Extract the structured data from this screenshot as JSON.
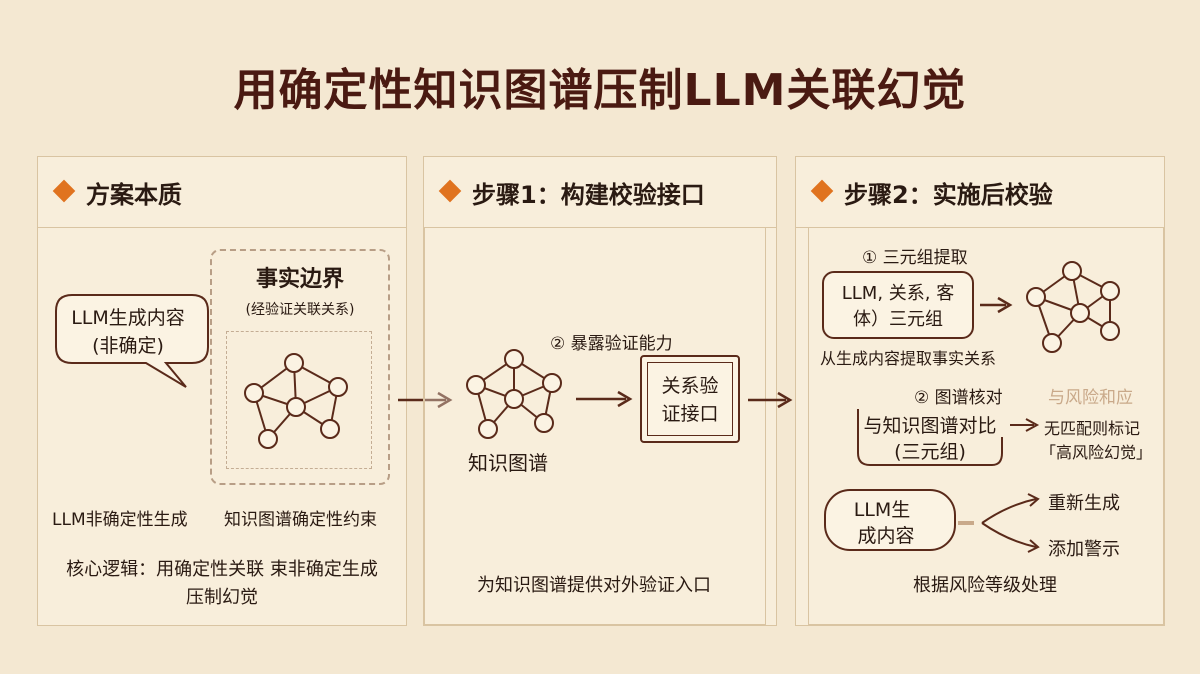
{
  "title": "用确定性知识图谱压制LLM关联幻觉",
  "panel1": {
    "heading": "方案本质",
    "bubble_line1": "LLM生成内容",
    "bubble_line2": "(非确定)",
    "boundary_title": "事实边界",
    "boundary_sub": "(经验证关联关系)",
    "label_left": "LLM非确定性生成",
    "label_right": "知识图谱确定性约束",
    "core_line1": "核心逻辑：用确定性关联 束非确定生成",
    "core_line2": "压制幻觉"
  },
  "panel2": {
    "heading": "步骤1：构建校验接口",
    "expose_label": "② 暴露验证能力",
    "graph_label": "知识图谱",
    "interface_line1": "关系验",
    "interface_line2": "证接口",
    "bottom": "为知识图谱提供对外验证入口"
  },
  "panel3": {
    "heading": "步骤2：实施后校验",
    "step1_label": "① 三元组提取",
    "triple_line1": "LLM, 关系, 客",
    "triple_line2": "体）三元组",
    "extract_label": "从生成内容提取事实关系",
    "step2_label": "② 图谱核对",
    "watermark": "与风险和应",
    "compare_line1": "与知识图谱对比",
    "compare_line2": "(三元组)",
    "nomatch_line1": "无匹配则标记",
    "nomatch_line2": "「高风险幻觉」",
    "content_line1": "LLM生",
    "content_line2": "成内容",
    "regen": "重新生成",
    "warn": "添加警示",
    "bottom": "根据风险等级处理"
  },
  "colors": {
    "background": "#f4e8d2",
    "accent": "#e0731f",
    "title": "#4a1a12",
    "stroke": "#5a2a1a"
  }
}
